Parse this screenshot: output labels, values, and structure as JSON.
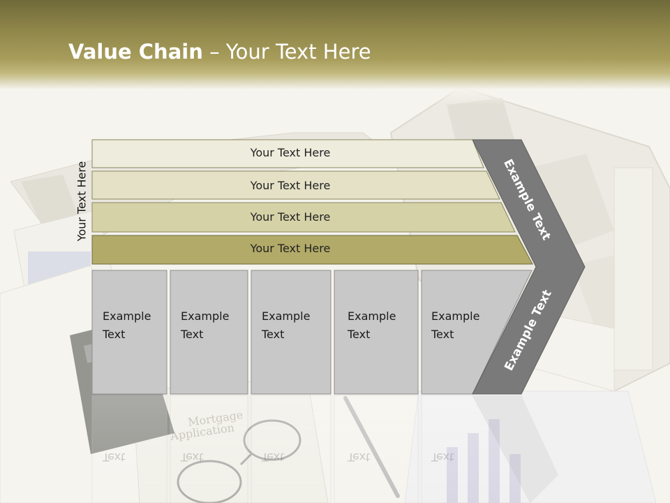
{
  "slide": {
    "title_bold": "Value Chain",
    "title_rest": " – Your Text Here",
    "side_label": "Your Text Here"
  },
  "bars": [
    {
      "label": "Your Text Here",
      "color": "#eeecdc"
    },
    {
      "label": "Your Text Here",
      "color": "#e4e1c6"
    },
    {
      "label": "Your Text Here",
      "color": "#d6d2a8"
    },
    {
      "label": "Your Text Here",
      "color": "#b2aa68"
    }
  ],
  "boxes": [
    {
      "line1": "Example",
      "line2": "Text"
    },
    {
      "line1": "Example",
      "line2": "Text"
    },
    {
      "line1": "Example",
      "line2": "Text"
    },
    {
      "line1": "Example",
      "line2": "Text"
    },
    {
      "line1": "Example",
      "line2": "Text"
    }
  ],
  "chevron": {
    "upper_label": "Example Text",
    "lower_label": "Example Text",
    "color": "#7a7a7a"
  },
  "colors": {
    "box_fill": "#c8c8c8",
    "box_stroke": "#8e8e8e",
    "header_gold": "#a89d5b"
  }
}
